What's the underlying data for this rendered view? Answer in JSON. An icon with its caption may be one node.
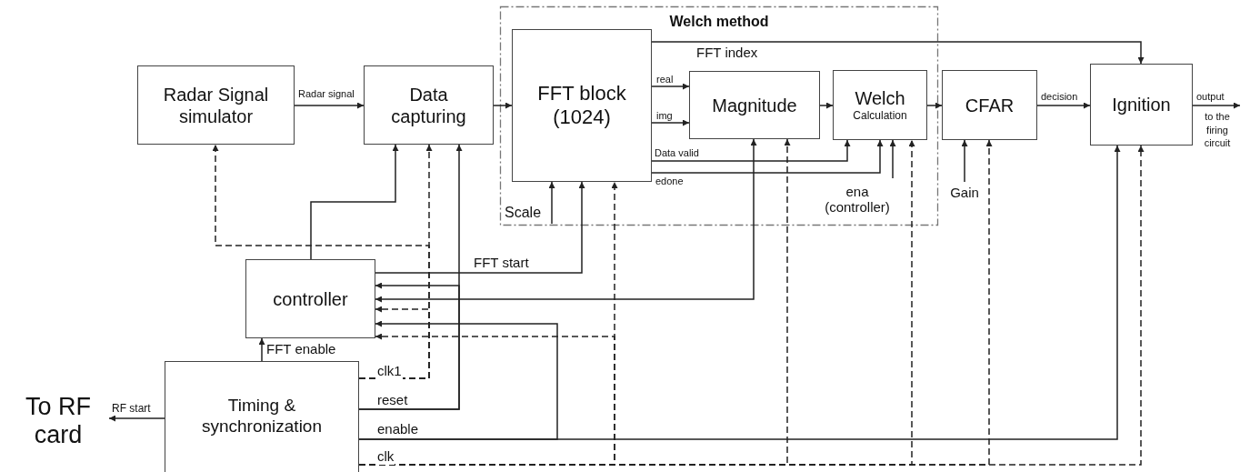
{
  "diagram": {
    "nodes": [
      {
        "text": [
          "Welch method"
        ]
      },
      {
        "text": [
          "Radar Signal simulator"
        ]
      },
      {
        "text": [
          "Data capturing"
        ]
      },
      {
        "text": [
          "FFT block (1024)"
        ],
        "in": 0
      },
      {
        "text": [
          "Magnitude"
        ],
        "in": 0
      },
      {
        "text": [
          "Welch",
          "Calculation"
        ],
        "in": 0
      },
      {
        "text": [
          "CFAR"
        ]
      },
      {
        "text": [
          "Ignition"
        ]
      },
      {
        "text": [
          "controller"
        ]
      },
      {
        "text": [
          "Timing & synchronization"
        ]
      },
      {
        "text": [
          "To RF card"
        ]
      },
      {
        "text": [
          "Scale"
        ],
        "in": 0
      },
      {
        "text": [
          "Gain"
        ]
      },
      {
        "text": [
          "ena (controller)"
        ],
        "in": 0
      },
      {
        "text": [
          "to the firing circuit"
        ]
      }
    ],
    "edges": [
      {
        "from": 1,
        "to": 2,
        "arrow": "to",
        "label": "Radar signal"
      },
      {
        "from": 2,
        "to": 3,
        "arrow": "to"
      },
      {
        "from": 3,
        "to": 4,
        "arrow": "to",
        "label": "real"
      },
      {
        "from": 3,
        "to": 4,
        "arrow": "to",
        "label": "img"
      },
      {
        "from": 4,
        "to": 5,
        "arrow": "to"
      },
      {
        "from": 5,
        "to": 6,
        "arrow": "to"
      },
      {
        "from": 6,
        "to": 7,
        "arrow": "to",
        "label": "decision"
      },
      {
        "from": 3,
        "to": 7,
        "arrow": "to",
        "label": "FFT index"
      },
      {
        "from": 3,
        "to": 5,
        "arrow": "to",
        "label": "Data valid"
      },
      {
        "from": 3,
        "to": 5,
        "arrow": "to",
        "label": "edone"
      },
      {
        "from": 11,
        "to": 3,
        "arrow": "to"
      },
      {
        "from": 13,
        "to": 5,
        "arrow": "to"
      },
      {
        "from": 12,
        "to": 6,
        "arrow": "to"
      },
      {
        "from": 7,
        "to": 14,
        "arrow": "to",
        "label": "output"
      },
      {
        "from": 9,
        "to": 10,
        "arrow": "to",
        "label": "RF start"
      },
      {
        "from": 9,
        "to": 8,
        "arrow": "to",
        "label": "FFT enable"
      },
      {
        "from": 8,
        "to": 2,
        "arrow": "to"
      },
      {
        "from": 8,
        "to": 3,
        "arrow": "to",
        "label": "FFT start"
      },
      {
        "from": 8,
        "to": 4,
        "arrow": "both"
      },
      {
        "from": 9,
        "to": 2,
        "arrow": "to",
        "style": "dashed",
        "label": "clk1"
      },
      {
        "from": 9,
        "to": 1,
        "arrow": "to",
        "style": "dashed"
      },
      {
        "from": 9,
        "to": 8,
        "arrow": "to",
        "style": "dashed"
      },
      {
        "from": 9,
        "to": 2,
        "arrow": "to",
        "label": "reset"
      },
      {
        "from": 9,
        "to": 8,
        "arrow": "to"
      },
      {
        "from": 9,
        "to": 7,
        "arrow": "to",
        "label": "enable"
      },
      {
        "from": 9,
        "to": 8,
        "arrow": "to"
      },
      {
        "from": 9,
        "to": 8,
        "arrow": "to",
        "style": "dashed",
        "label": "clk"
      },
      {
        "from": 9,
        "to": 3,
        "arrow": "to",
        "style": "dashed"
      },
      {
        "from": 9,
        "to": 4,
        "arrow": "to",
        "style": "dashed"
      },
      {
        "from": 9,
        "to": 5,
        "arrow": "to",
        "style": "dashed"
      },
      {
        "from": 9,
        "to": 6,
        "arrow": "to",
        "style": "dashed"
      },
      {
        "from": 9,
        "to": 7,
        "arrow": "to",
        "style": "dashed"
      }
    ]
  }
}
